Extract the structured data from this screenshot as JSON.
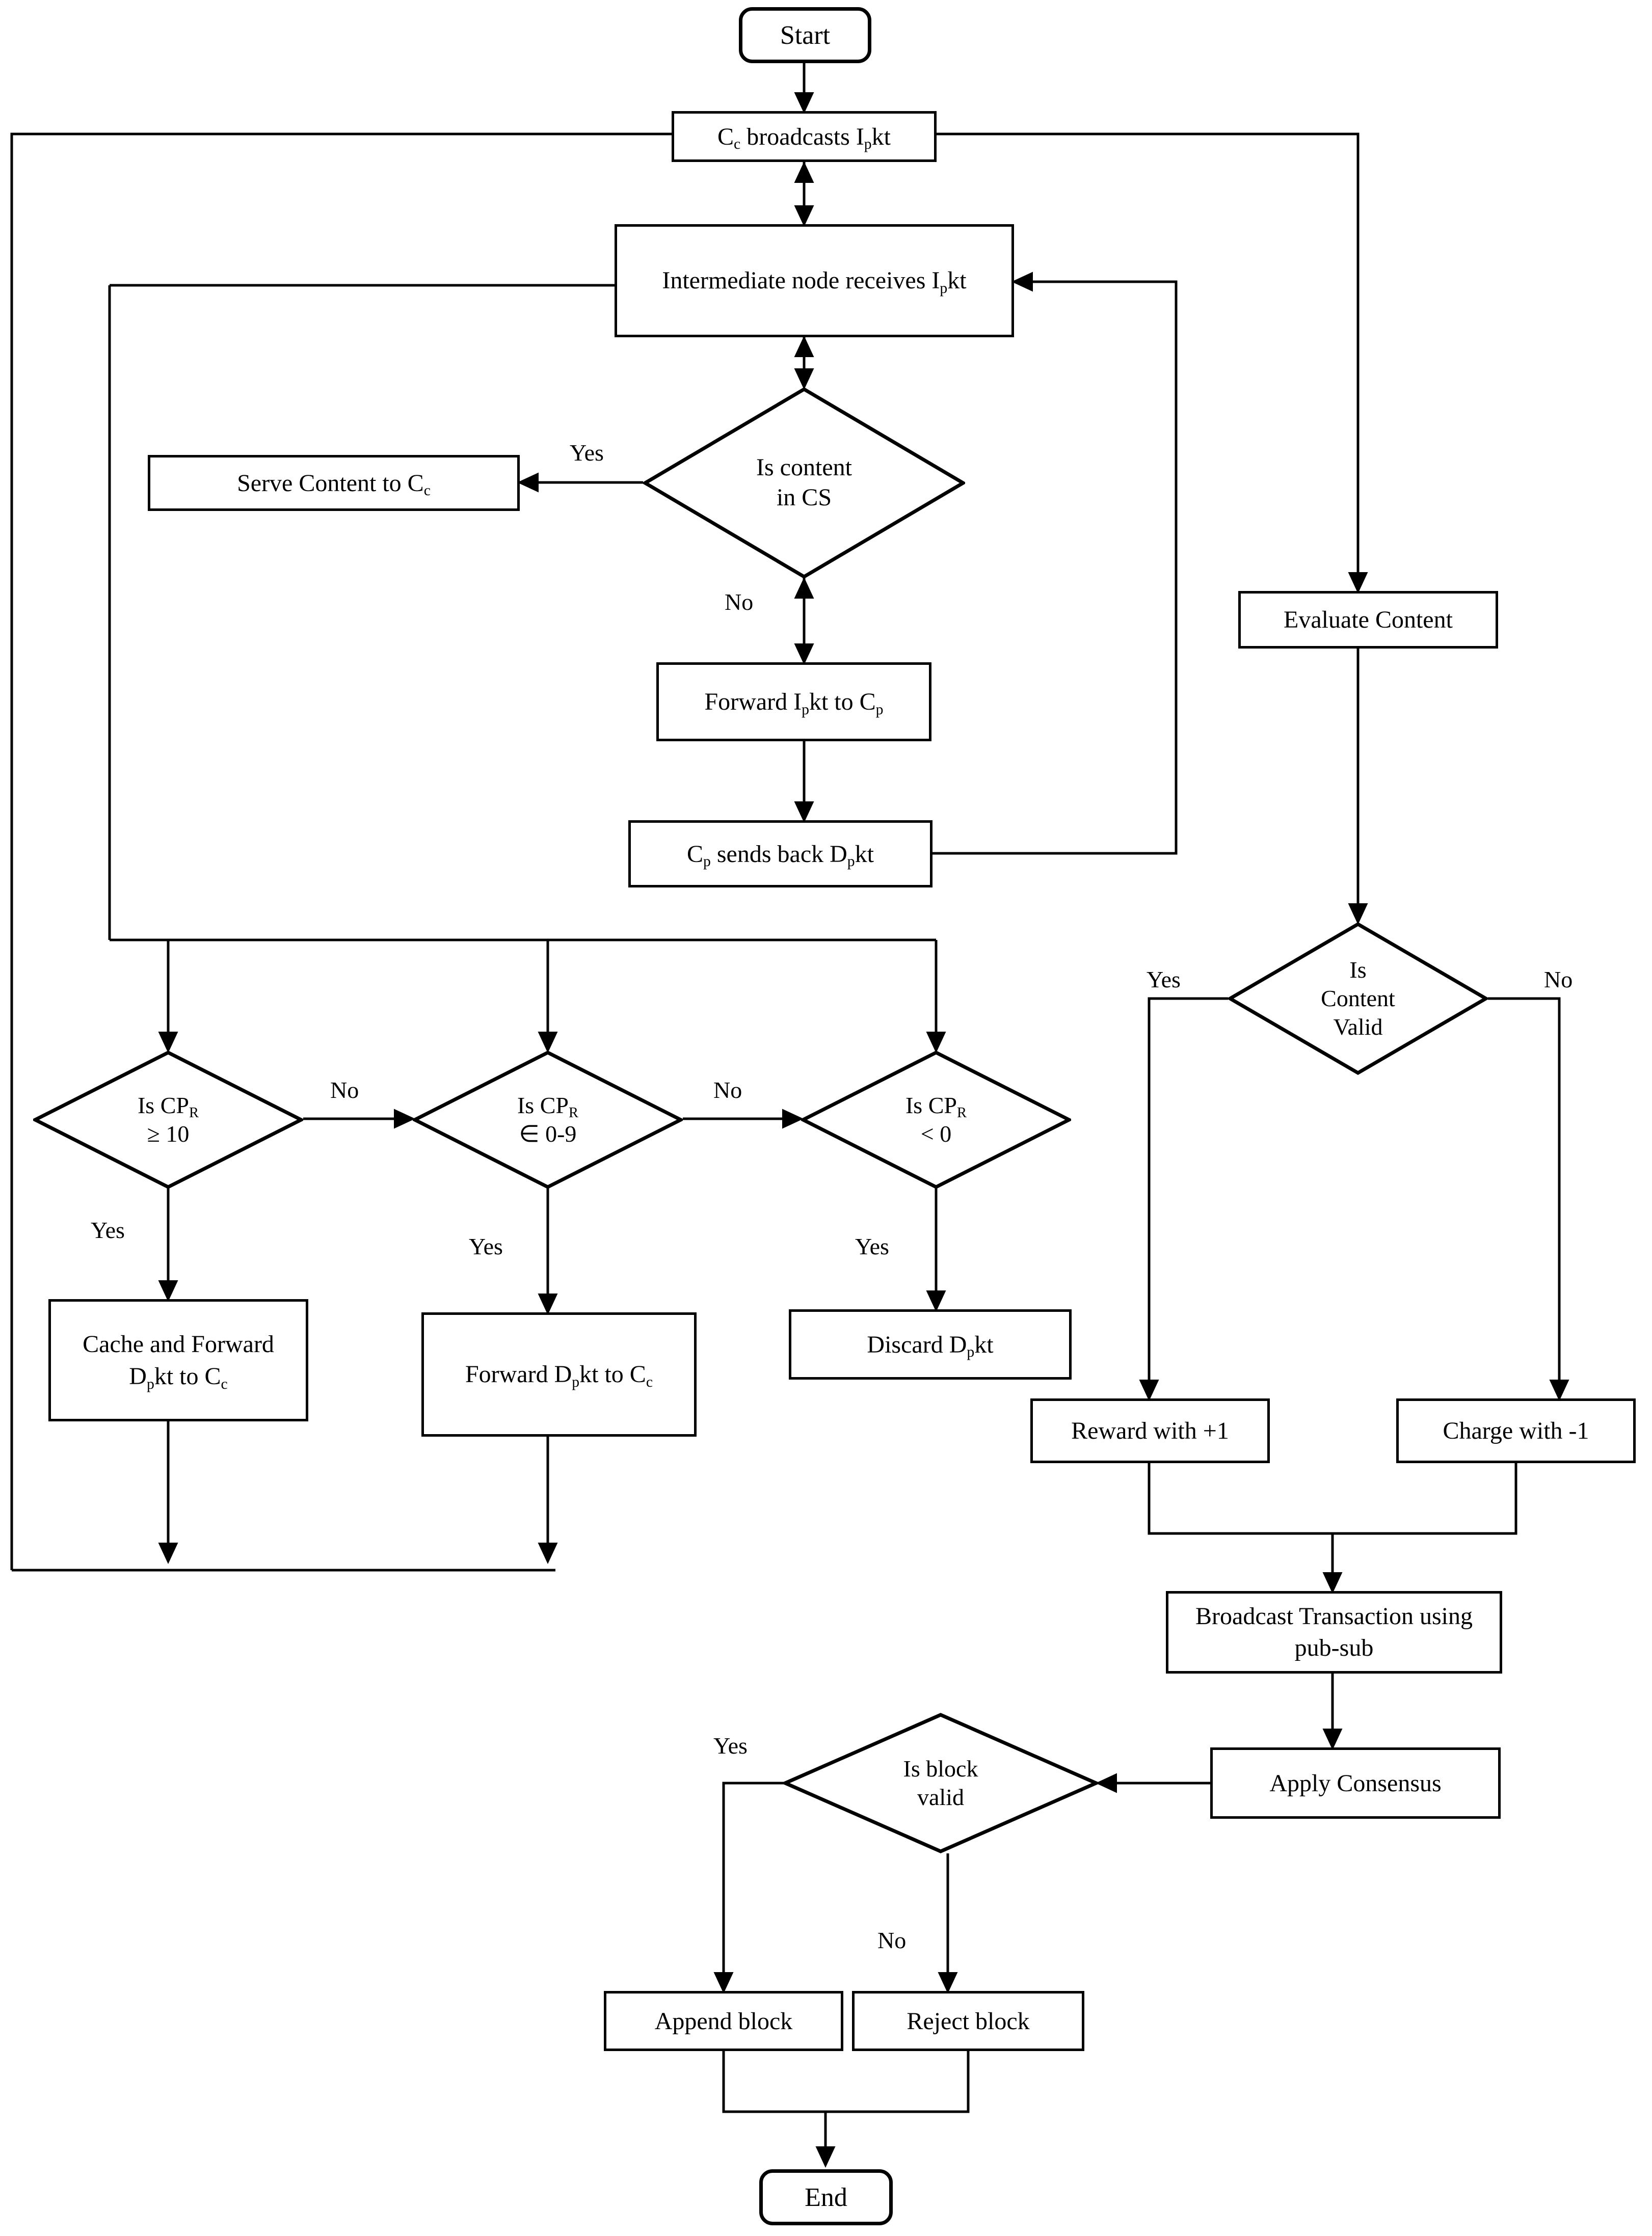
{
  "diagram": {
    "title": "NDN blockchain caching and content-validation flowchart",
    "stroke_color": "#000000",
    "background_color": "#ffffff"
  },
  "nodes": {
    "start": {
      "label": "Start",
      "shape": "terminator"
    },
    "cc_broadcasts": {
      "label": "C<sub>c</sub> broadcasts I<sub>p</sub>kt",
      "shape": "process"
    },
    "intermediate": {
      "label": "Intermediate node receives I<sub>p</sub>kt",
      "shape": "process"
    },
    "is_content_in_cs": {
      "line1": "Is content",
      "line2": "in CS",
      "shape": "decision"
    },
    "serve_content": {
      "label": "Serve Content to C<sub>c</sub>",
      "shape": "process"
    },
    "forward_ipkt": {
      "label": "Forward I<sub>p</sub>kt to C<sub>p</sub>",
      "shape": "process"
    },
    "cp_sends_back": {
      "label": "C<sub>p</sub> sends back D<sub>p</sub>kt",
      "shape": "process"
    },
    "is_cpr_ge10": {
      "line1": "Is CP<sub>R</sub>",
      "line2": "≥ 10",
      "shape": "decision"
    },
    "is_cpr_0to9": {
      "line1": "Is CP<sub>R</sub>",
      "line2": "∈  0-9",
      "shape": "decision"
    },
    "is_cpr_lt0": {
      "line1": "Is CP<sub>R</sub>",
      "line2": "< 0",
      "shape": "decision"
    },
    "cache_and_forward": {
      "label": "Cache and Forward D<sub>p</sub>kt to C<sub>c</sub>",
      "shape": "process"
    },
    "forward_dpkt": {
      "label": "Forward D<sub>p</sub>kt to C<sub>c</sub>",
      "shape": "process"
    },
    "discard_dpkt": {
      "label": "Discard D<sub>p</sub>kt",
      "shape": "process"
    },
    "evaluate_content": {
      "label": "Evaluate Content",
      "shape": "process"
    },
    "is_content_valid": {
      "line1": "Is",
      "line2": "Content",
      "line3": "Valid",
      "shape": "decision"
    },
    "reward_plus1": {
      "label": "Reward with +1",
      "shape": "process"
    },
    "charge_minus1": {
      "label": "Charge with -1",
      "shape": "process"
    },
    "broadcast_tx": {
      "label": "Broadcast Transaction using pub-sub",
      "shape": "process"
    },
    "apply_consensus": {
      "label": "Apply Consensus",
      "shape": "process"
    },
    "is_block_valid": {
      "line1": "Is block",
      "line2": "valid",
      "shape": "decision"
    },
    "append_block": {
      "label": "Append block",
      "shape": "process"
    },
    "reject_block": {
      "label": "Reject block",
      "shape": "process"
    },
    "end": {
      "label": "End",
      "shape": "terminator"
    }
  },
  "edge_labels": {
    "cs_yes": "Yes",
    "cs_no": "No",
    "cpr10_yes": "Yes",
    "cpr10_no": "No",
    "cpr09_yes": "Yes",
    "cpr09_no": "No",
    "cprlt0_yes": "Yes",
    "valid_yes": "Yes",
    "valid_no": "No",
    "block_yes": "Yes",
    "block_no": "No"
  }
}
